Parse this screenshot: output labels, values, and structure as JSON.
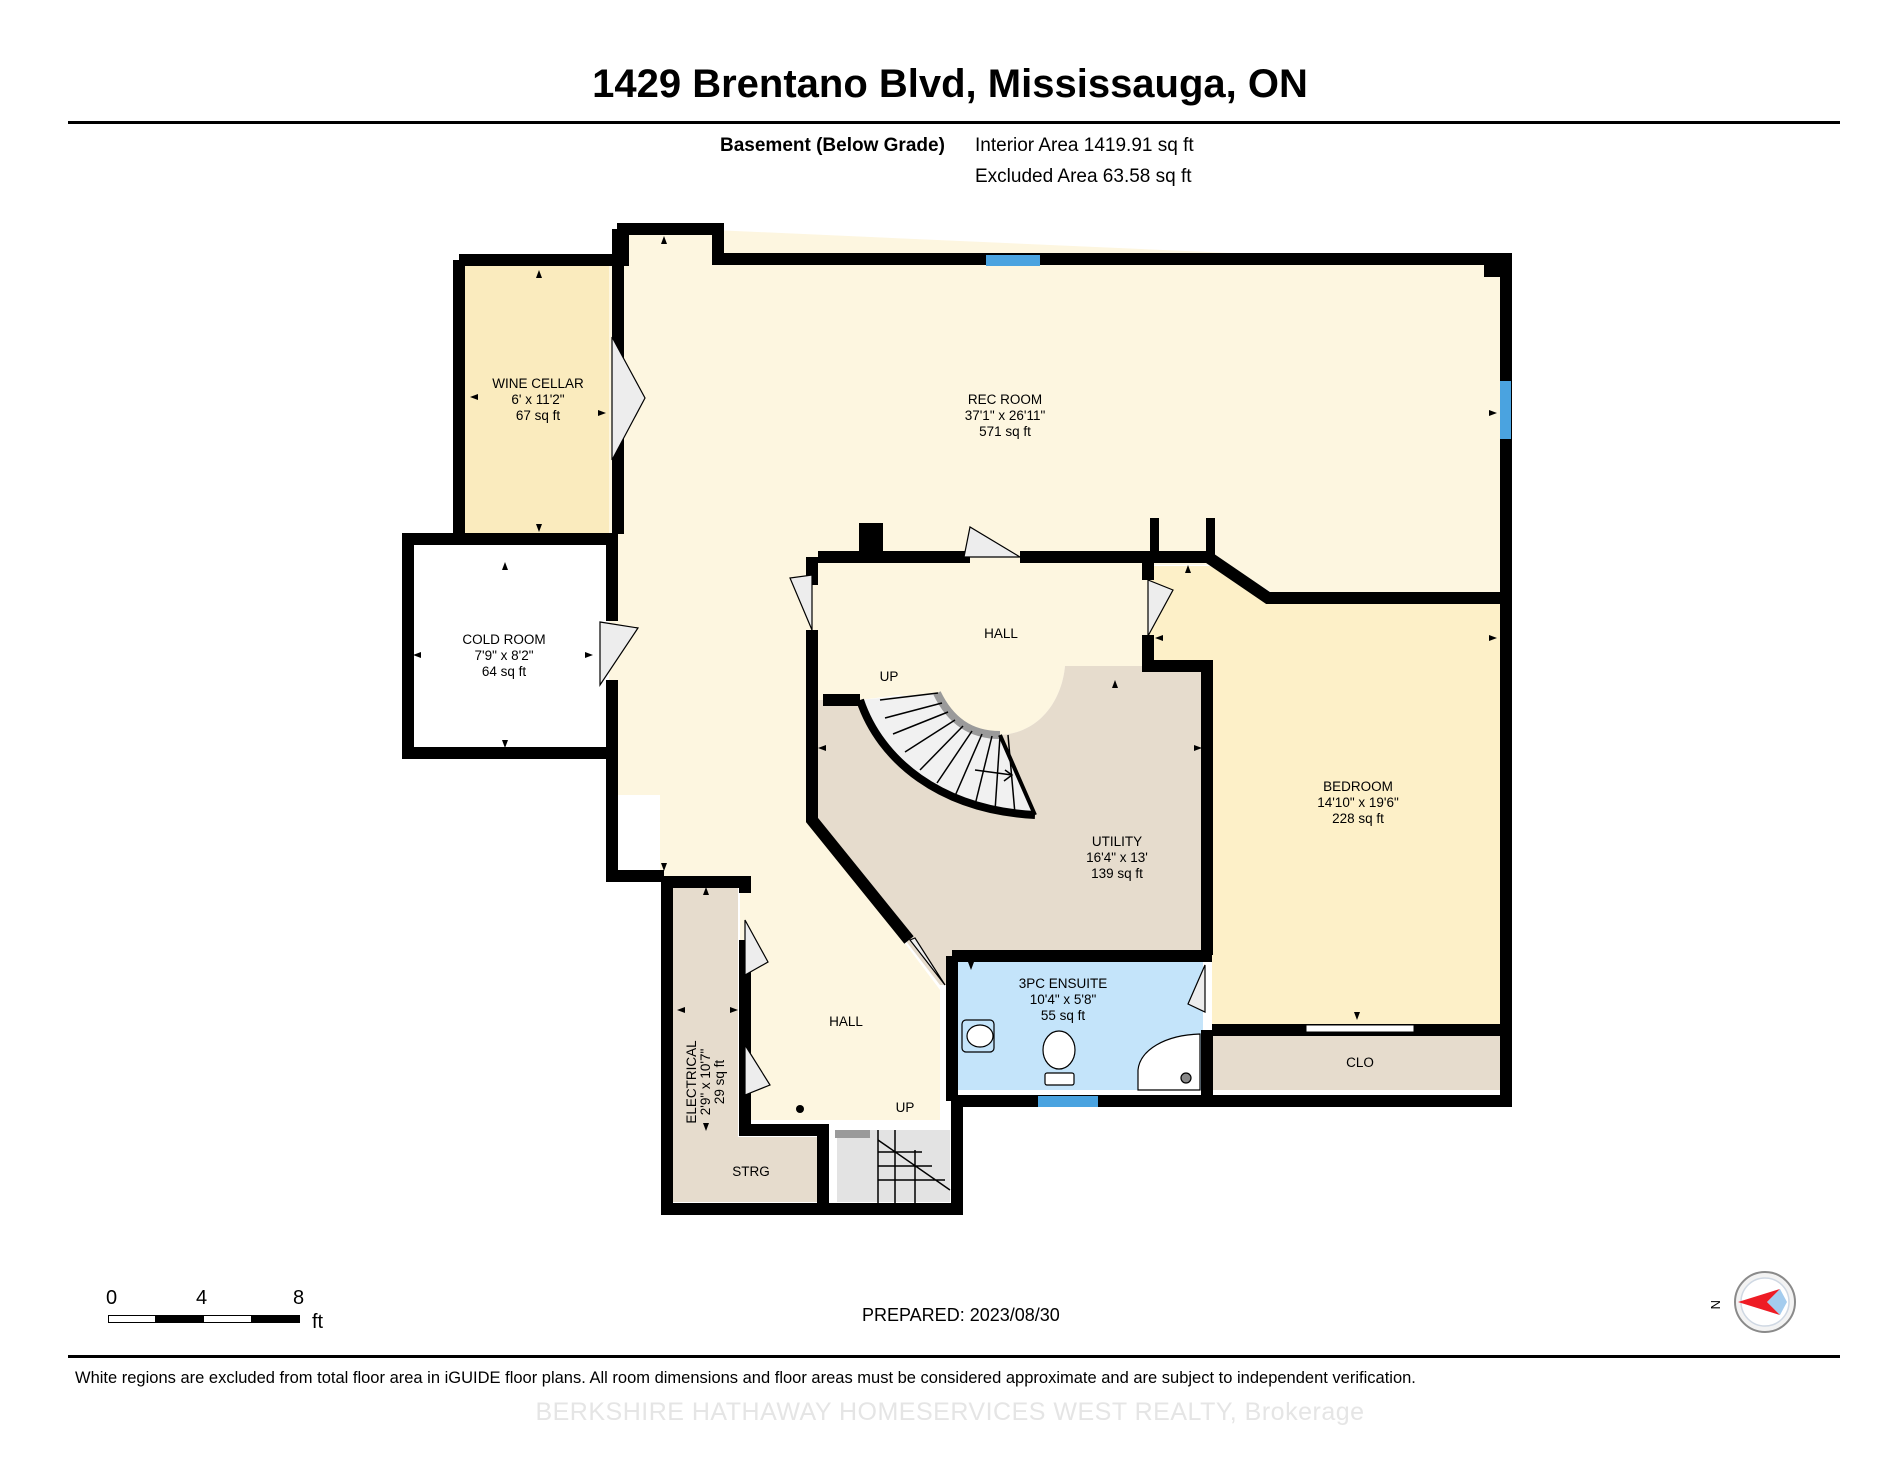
{
  "header": {
    "title": "1429 Brentano Blvd, Mississauga, ON",
    "level": "Basement (Below Grade)",
    "interior_area": "Interior Area 1419.91 sq ft",
    "excluded_area": "Excluded Area 63.58 sq ft"
  },
  "rooms": {
    "wine_cellar": {
      "name": "WINE CELLAR",
      "dims": "6' x 11'2\"",
      "area": "67 sq ft"
    },
    "rec_room": {
      "name": "REC ROOM",
      "dims": "37'1\" x 26'11\"",
      "area": "571 sq ft"
    },
    "cold_room": {
      "name": "COLD ROOM",
      "dims": "7'9\" x 8'2\"",
      "area": "64 sq ft"
    },
    "hall_upper": {
      "name": "HALL"
    },
    "up_upper": "UP",
    "utility": {
      "name": "UTILITY",
      "dims": "16'4\" x 13'",
      "area": "139 sq ft"
    },
    "bedroom": {
      "name": "BEDROOM",
      "dims": "14'10\" x 19'6\"",
      "area": "228 sq ft"
    },
    "ensuite": {
      "name": "3PC ENSUITE",
      "dims": "10'4\" x 5'8\"",
      "area": "55 sq ft"
    },
    "closet": {
      "name": "CLO"
    },
    "hall_lower": {
      "name": "HALL"
    },
    "electrical": {
      "name": "ELECTRICAL",
      "dims": "2'9\" x 10'7\"",
      "area": "29 sq ft"
    },
    "up_lower": "UP",
    "storage": {
      "name": "STRG"
    }
  },
  "colors": {
    "rec_room": "#fdf6e0",
    "wine_cellar": "#faebbe",
    "bedroom": "#fdf0c8",
    "utility": "#e6dccd",
    "electrical": "#e6dccd",
    "storage": "#e6dccd",
    "closet": "#e6dccd",
    "ensuite": "#c4e4fa",
    "stairs": "#e3e3e3",
    "walls": "#000000",
    "window": "#4aa3e0",
    "compass_arrow": "#ee1c25"
  },
  "scale": {
    "ticks": [
      "0",
      "4",
      "8"
    ],
    "unit": "ft"
  },
  "compass": {
    "label": "N"
  },
  "footer": {
    "prepared": "PREPARED: 2023/08/30",
    "disclaimer": "White regions are excluded from total floor area in iGUIDE floor plans. All room dimensions and floor areas must be considered approximate and are subject to independent verification.",
    "watermark": "BERKSHIRE HATHAWAY HOMESERVICES WEST REALTY, Brokerage"
  }
}
